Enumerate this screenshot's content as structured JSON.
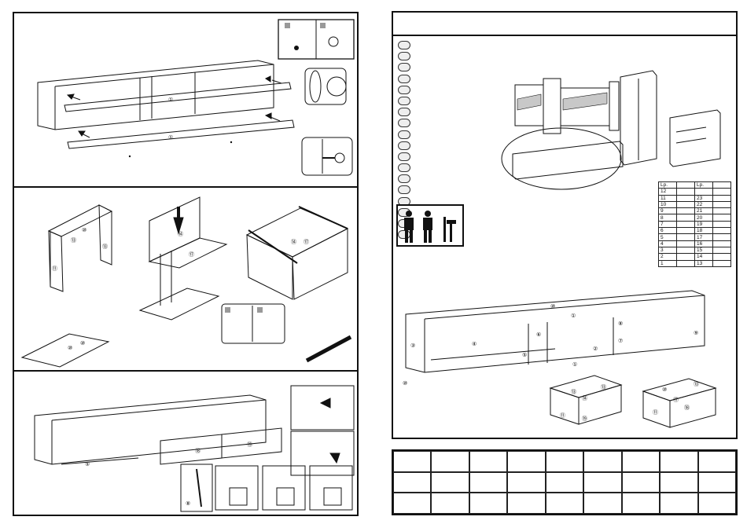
{
  "colors": {
    "ink": "#111111",
    "paper": "#ffffff",
    "glass": "#c8c8c8"
  },
  "panel1": {
    "labels": [
      "①",
      "①"
    ]
  },
  "panel2": {
    "labels": [
      "⑩",
      "⑬",
      "⑬",
      "⑪",
      "⑭",
      "⑰",
      "⑭",
      "⑰",
      "⑩",
      "⑩"
    ]
  },
  "panel3": {
    "labels": [
      "⑤",
      "⑱",
      "⑲",
      "⑧"
    ]
  },
  "overview": {
    "labels": [
      "⑩",
      "①",
      "⑧",
      "③",
      "⑥",
      "⑦",
      "⑨",
      "④",
      "②",
      "⑤",
      "①",
      "⑩",
      "⑬",
      "⑬",
      "⑭",
      "⑪",
      "⑲",
      "⑩",
      "⑬",
      "⑰",
      "⑪",
      "⑱"
    ]
  },
  "parts_table": {
    "header": [
      "Lp.",
      "",
      "Lp.",
      ""
    ],
    "rows": [
      [
        "12",
        "",
        "",
        ""
      ],
      [
        "11",
        "",
        "23",
        ""
      ],
      [
        "10",
        "",
        "22",
        ""
      ],
      [
        "9",
        "",
        "21",
        ""
      ],
      [
        "8",
        "",
        "20",
        ""
      ],
      [
        "7",
        "",
        "19",
        ""
      ],
      [
        "6",
        "",
        "18",
        ""
      ],
      [
        "5",
        "",
        "17",
        ""
      ],
      [
        "4",
        "",
        "16",
        ""
      ],
      [
        "3",
        "",
        "15",
        ""
      ],
      [
        "2",
        "",
        "14",
        ""
      ],
      [
        "1",
        "",
        "13",
        ""
      ]
    ]
  },
  "icons": {
    "persons": "two-persons-icon",
    "tools": "screwdriver-hammer-icon",
    "hardware": [
      "dowel-icon",
      "rail-icon",
      "nail-icon",
      "rod-icon",
      "screw-icon",
      "cam-lock-icon",
      "pin-icon",
      "hinge-icon",
      "bolt-icon",
      "shelf-support-icon",
      "wire-ring-icon",
      "knob-icon"
    ]
  }
}
